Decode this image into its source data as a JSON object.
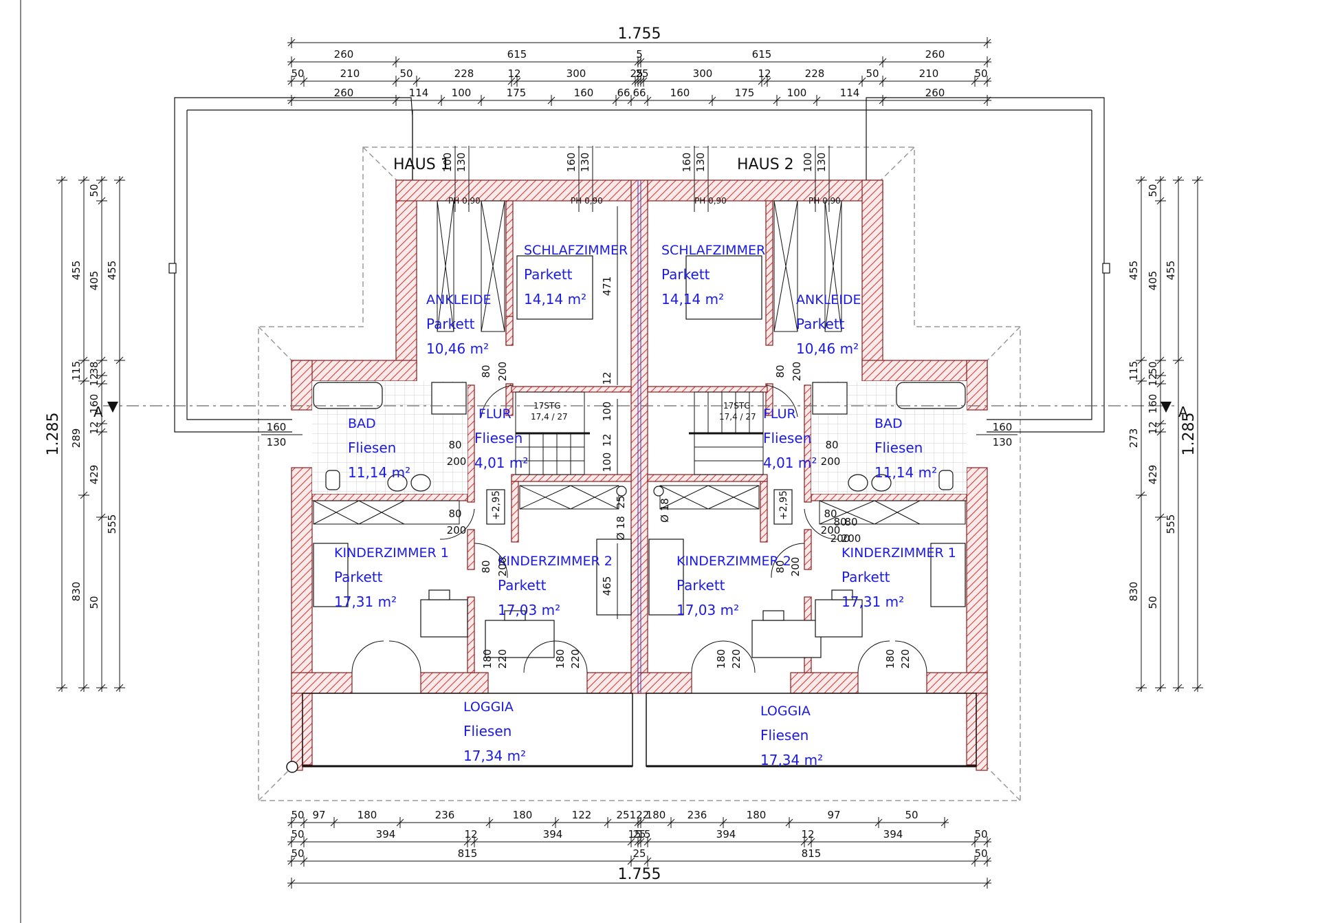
{
  "houses": [
    {
      "label": "HAUS 1"
    },
    {
      "label": "HAUS 2"
    }
  ],
  "rooms": {
    "h1": {
      "schlaf": {
        "name": "SCHLAFZIMMER",
        "floor": "Parkett",
        "area": "14,14 m²"
      },
      "ankleide": {
        "name": "ANKLEIDE",
        "floor": "Parkett",
        "area": "10,46 m²"
      },
      "bad": {
        "name": "BAD",
        "floor": "Fliesen",
        "area": "11,14 m²"
      },
      "flur": {
        "name": "FLUR",
        "floor": "Fliesen",
        "area": "4,01 m²"
      },
      "kind1": {
        "name": "KINDERZIMMER 1",
        "floor": "Parkett",
        "area": "17,31 m²"
      },
      "kind2": {
        "name": "KINDERZIMMER 2",
        "floor": "Parkett",
        "area": "17,03 m²"
      },
      "loggia": {
        "name": "LOGGIA",
        "floor": "Fliesen",
        "area": "17,34 m²"
      }
    },
    "h2": {
      "schlaf": {
        "name": "SCHLAFZIMMER",
        "floor": "Parkett",
        "area": "14,14 m²"
      },
      "ankleide": {
        "name": "ANKLEIDE",
        "floor": "Parkett",
        "area": "10,46 m²"
      },
      "bad": {
        "name": "BAD",
        "floor": "Fliesen",
        "area": "11,14 m²"
      },
      "flur": {
        "name": "FLUR",
        "floor": "Fliesen",
        "area": "4,01 m²"
      },
      "kind1": {
        "name": "KINDERZIMMER 1",
        "floor": "Parkett",
        "area": "17,31 m²"
      },
      "kind2": {
        "name": "KINDERZIMMER 2",
        "floor": "Parkett",
        "area": "17,03 m²"
      },
      "loggia": {
        "name": "LOGGIA",
        "floor": "Fliesen",
        "area": "17,34 m²"
      }
    }
  },
  "stairs": {
    "h1": {
      "count": "17STG",
      "ratio": "17,4 / 27"
    },
    "h2": {
      "count": "17STG",
      "ratio": "17,4 / 27"
    }
  },
  "levels": {
    "h1": "+2,95",
    "h2": "+2,95"
  },
  "section": {
    "left": "A",
    "right": "A"
  },
  "dims": {
    "top_total": "1.755",
    "bottom_total": "1.755",
    "left_total": "1.285",
    "right_total": "1.285",
    "top_row1": [
      "260",
      "615",
      "5",
      "615",
      "260"
    ],
    "top_row2": [
      "50",
      "210",
      "50",
      "228",
      "12",
      "300",
      "25",
      "5",
      "25",
      "300",
      "12",
      "228",
      "50",
      "210",
      "50"
    ],
    "top_row3": [
      "260",
      "114",
      "100",
      "175",
      "160",
      "66",
      "66",
      "160",
      "175",
      "100",
      "114",
      "260"
    ],
    "bottom_row1": [
      "50",
      "97",
      "180",
      "236",
      "180",
      "122",
      "25",
      "122",
      "180",
      "236",
      "180",
      "97",
      "50"
    ],
    "bottom_row2": [
      "50",
      "394",
      "12",
      "394",
      "15",
      "25",
      "15",
      "394",
      "12",
      "394",
      "50"
    ],
    "bottom_row3": [
      "50",
      "815",
      "25",
      "815",
      "50"
    ],
    "left_col1": [
      "455",
      "115",
      "289",
      "830"
    ],
    "left_col2": [
      "50",
      "405",
      "38",
      "12",
      "160",
      "12",
      "429",
      "50"
    ],
    "left_col3": [
      "455",
      "555"
    ],
    "right_col1": [
      "455",
      "115",
      "273",
      "830"
    ],
    "right_col2": [
      "50",
      "405",
      "50",
      "12",
      "160",
      "12",
      "429",
      "50"
    ],
    "right_col3": [
      "455",
      "555"
    ],
    "window_top_h1": [
      "100",
      "130",
      "160",
      "130"
    ],
    "window_top_h2": [
      "160",
      "130",
      "100",
      "130"
    ],
    "inner_h1": [
      "471",
      "12",
      "100",
      "12",
      "100",
      "25",
      "Ø 18",
      "465"
    ],
    "inner_h2": [
      "Ø 18"
    ],
    "side_h1": [
      "160",
      "130"
    ],
    "side_h2": [
      "160",
      "130"
    ],
    "doors_h1": [
      "80",
      "200",
      "80",
      "200",
      "80",
      "200",
      "80",
      "200",
      "80",
      "200",
      "180",
      "220",
      "180",
      "220"
    ],
    "doors_h2": [
      "80",
      "200",
      "80",
      "200",
      "80",
      "200",
      "80",
      "200",
      "80",
      "200",
      "180",
      "220",
      "180",
      "220"
    ],
    "window_notes": [
      "PH 0,90",
      "PH 0,90",
      "PH 0,90",
      "PH 0,90"
    ]
  },
  "colors": {
    "wall_hatch": "#d9302f",
    "wall_fill": "#f7e1e1",
    "room_text": "#1a1ae6",
    "line": "#111111",
    "dash": "#999999"
  }
}
